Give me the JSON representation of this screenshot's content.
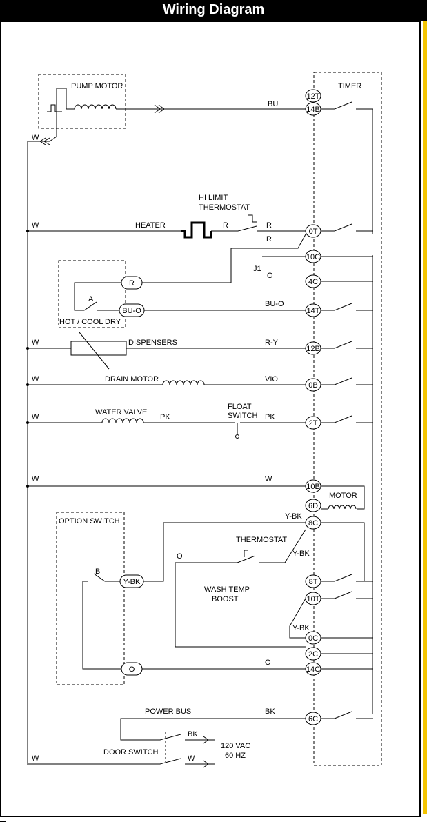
{
  "header": {
    "title": "Wiring Diagram"
  },
  "components": {
    "pump_motor": "PUMP MOTOR",
    "timer": "TIMER",
    "hi_limit": [
      "HI LIMIT",
      "THERMOSTAT"
    ],
    "heater": "HEATER",
    "hot_cool_dry": "HOT / COOL DRY",
    "dispensers": "DISPENSERS",
    "drain_motor": "DRAIN MOTOR",
    "water_valve": "WATER VALVE",
    "float_switch": [
      "FLOAT",
      "SWITCH"
    ],
    "motor": "MOTOR",
    "option_switch": "OPTION SWITCH",
    "thermostat": "THERMOSTAT",
    "wash_temp": [
      "WASH TEMP",
      "BOOST"
    ],
    "power_bus": "POWER BUS",
    "door_switch": "DOOR SWITCH",
    "supply": [
      "120 VAC",
      "60 HZ"
    ],
    "junction": "J1",
    "switch_a": "A",
    "switch_b": "B"
  },
  "wire_colors": {
    "w": "W",
    "bu": "BU",
    "r": "R",
    "o": "O",
    "bu_o": "BU-O",
    "r_y": "R-Y",
    "vio": "VIO",
    "pk": "PK",
    "y_bk": "Y-BK",
    "bk": "BK"
  },
  "terminals": [
    "12T",
    "14B",
    "0T",
    "10C",
    "4C",
    "14T",
    "12B",
    "0B",
    "2T",
    "10B",
    "6D",
    "8C",
    "8T",
    "10T",
    "0C",
    "2C",
    "14C",
    "6C"
  ],
  "module_terminals": {
    "r": "R",
    "bu_o": "BU-O",
    "y_bk": "Y-BK",
    "o": "O"
  }
}
